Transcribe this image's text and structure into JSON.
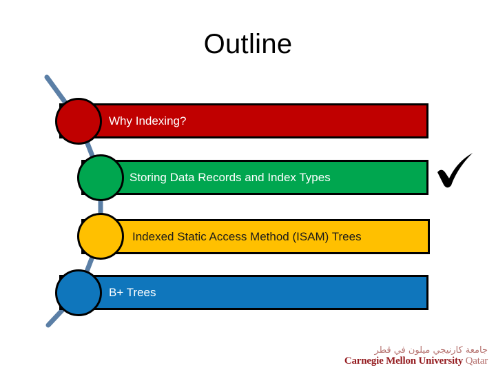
{
  "slide": {
    "title": "Outline",
    "background_color": "#FFFFFF"
  },
  "outline": {
    "items": [
      {
        "label": "Why Indexing?",
        "bar_color": "#C00000",
        "text_color": "#FFFFFF",
        "completed": false
      },
      {
        "label": "Storing Data Records and Index Types",
        "bar_color": "#00A64F",
        "text_color": "#FFFFFF",
        "completed": true
      },
      {
        "label": "Indexed Static Access Method (ISAM) Trees",
        "bar_color": "#FFC000",
        "text_color": "#1A1A1A",
        "completed": false
      },
      {
        "label": "B+ Trees",
        "bar_color": "#0F76BC",
        "text_color": "#FFFFFF",
        "completed": false
      }
    ],
    "connector_color": "#5B7FA6",
    "outline_color": "#000000"
  },
  "check": {
    "glyph": "check-mark",
    "color": "#000000"
  },
  "logo": {
    "arabic": "جامعة كارنيجي ميلون في قطر",
    "name": "Carnegie Mellon University",
    "campus": "Qatar",
    "name_color": "#941B1F",
    "campus_color": "#B5716E"
  }
}
